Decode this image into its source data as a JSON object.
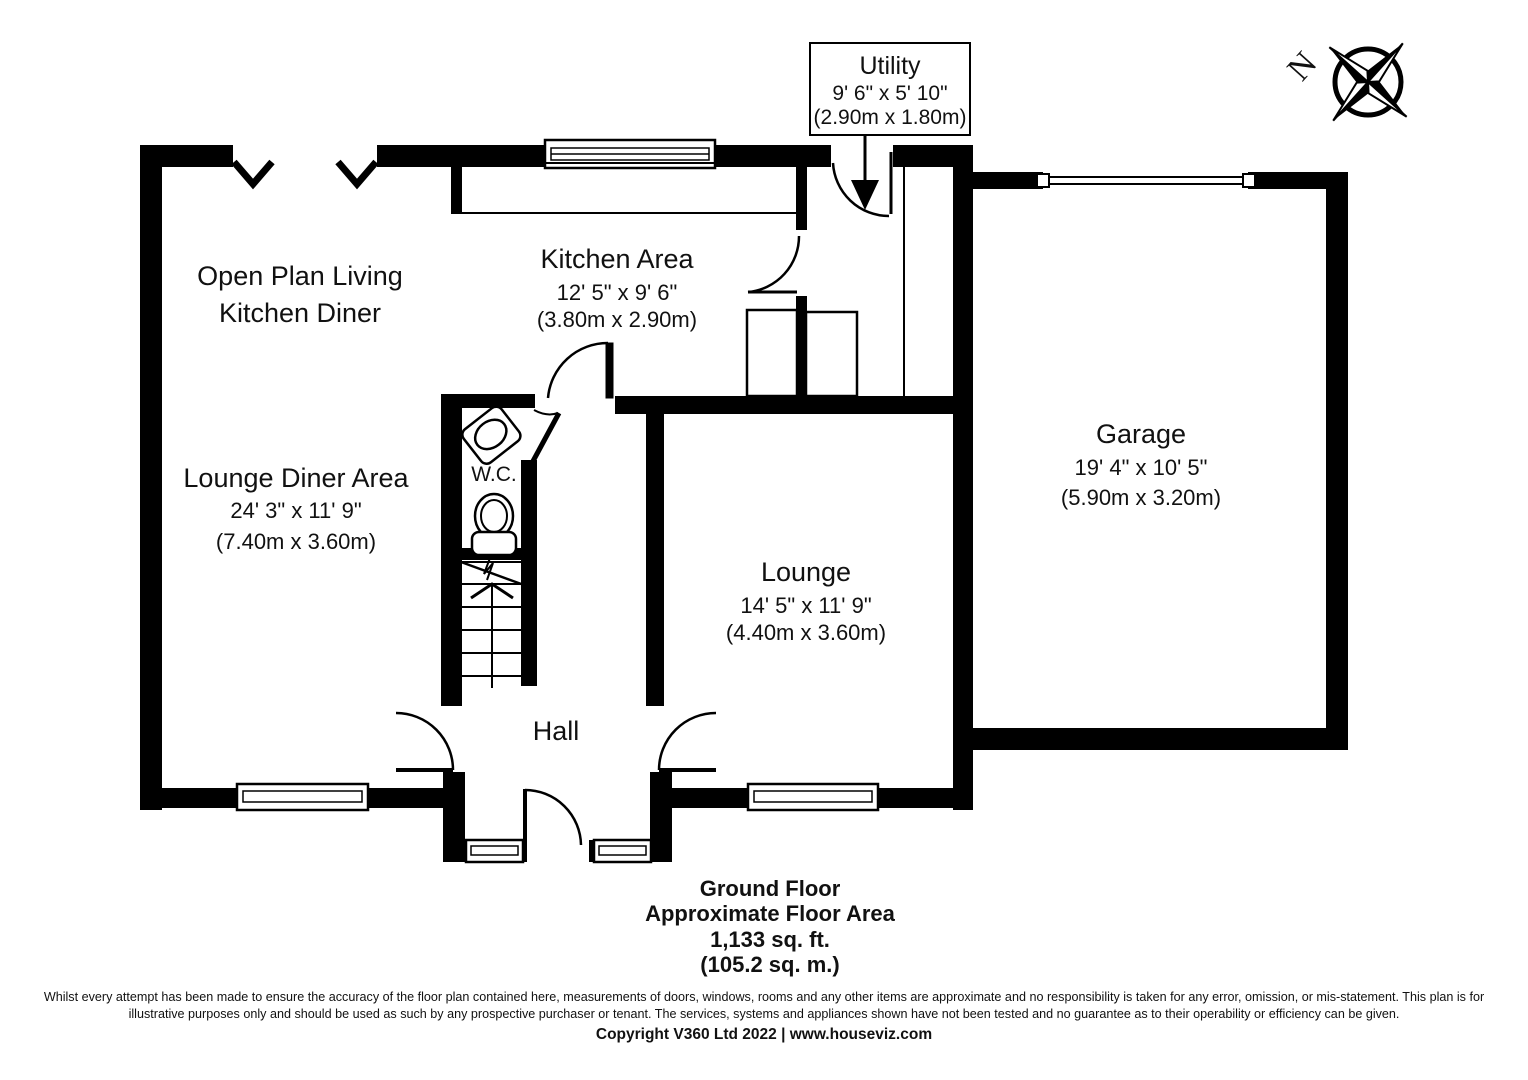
{
  "rooms": {
    "open_plan": {
      "line1": "Open Plan Living",
      "line2": "Kitchen Diner"
    },
    "kitchen": {
      "name": "Kitchen Area",
      "imperial": "12' 5\" x 9' 6\"",
      "metric": "(3.80m x 2.90m)"
    },
    "lounge_diner": {
      "name": "Lounge Diner Area",
      "imperial": "24' 3\" x 11' 9\"",
      "metric": "(7.40m x 3.60m)"
    },
    "wc": {
      "name": "W.C."
    },
    "hall": {
      "name": "Hall"
    },
    "lounge": {
      "name": "Lounge",
      "imperial": "14' 5\" x 11' 9\"",
      "metric": "(4.40m x 3.60m)"
    },
    "garage": {
      "name": "Garage",
      "imperial": "19' 4\" x 10' 5\"",
      "metric": "(5.90m x 3.20m)"
    },
    "utility": {
      "name": "Utility",
      "imperial": "9' 6\" x 5' 10\"",
      "metric": "(2.90m x 1.80m)"
    }
  },
  "compass": {
    "north_label": "N"
  },
  "summary": {
    "line1": "Ground Floor",
    "line2": "Approximate Floor Area",
    "line3": "1,133 sq. ft.",
    "line4": "(105.2 sq. m.)"
  },
  "footer": {
    "disclaimer_line1": "Whilst every attempt has been made to ensure the accuracy of the floor plan contained here, measurements of doors, windows, rooms and any other items are approximate and no responsibility is taken for any error, omission, or mis-statement. This plan is for",
    "disclaimer_line2": "illustrative purposes only and should be used as such by any prospective purchaser or tenant. The services, systems and appliances shown have not been tested and no guarantee as to their operability or efficiency can be given.",
    "copyright": "Copyright V360 Ltd 2022 | www.houseviz.com"
  },
  "colors": {
    "wall": "#000000",
    "background": "#ffffff"
  }
}
